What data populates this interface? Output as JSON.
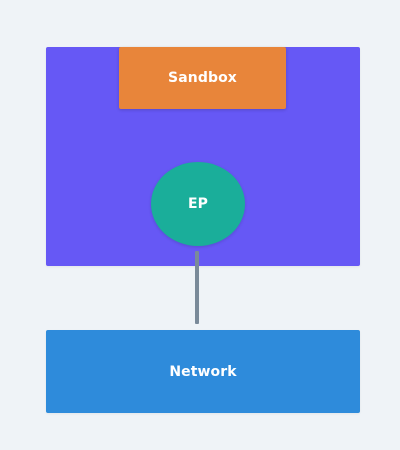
{
  "nodes": {
    "sandbox": {
      "label": "Sandbox",
      "color": "#e8853a"
    },
    "endpoint": {
      "label": "EP",
      "color": "#1aae9a"
    },
    "network": {
      "label": "Network",
      "color": "#2e8bdb"
    },
    "container": {
      "color": "#6658f5"
    }
  },
  "edges": [
    {
      "from": "EP",
      "to": "Network",
      "color": "#7a8a99"
    }
  ]
}
